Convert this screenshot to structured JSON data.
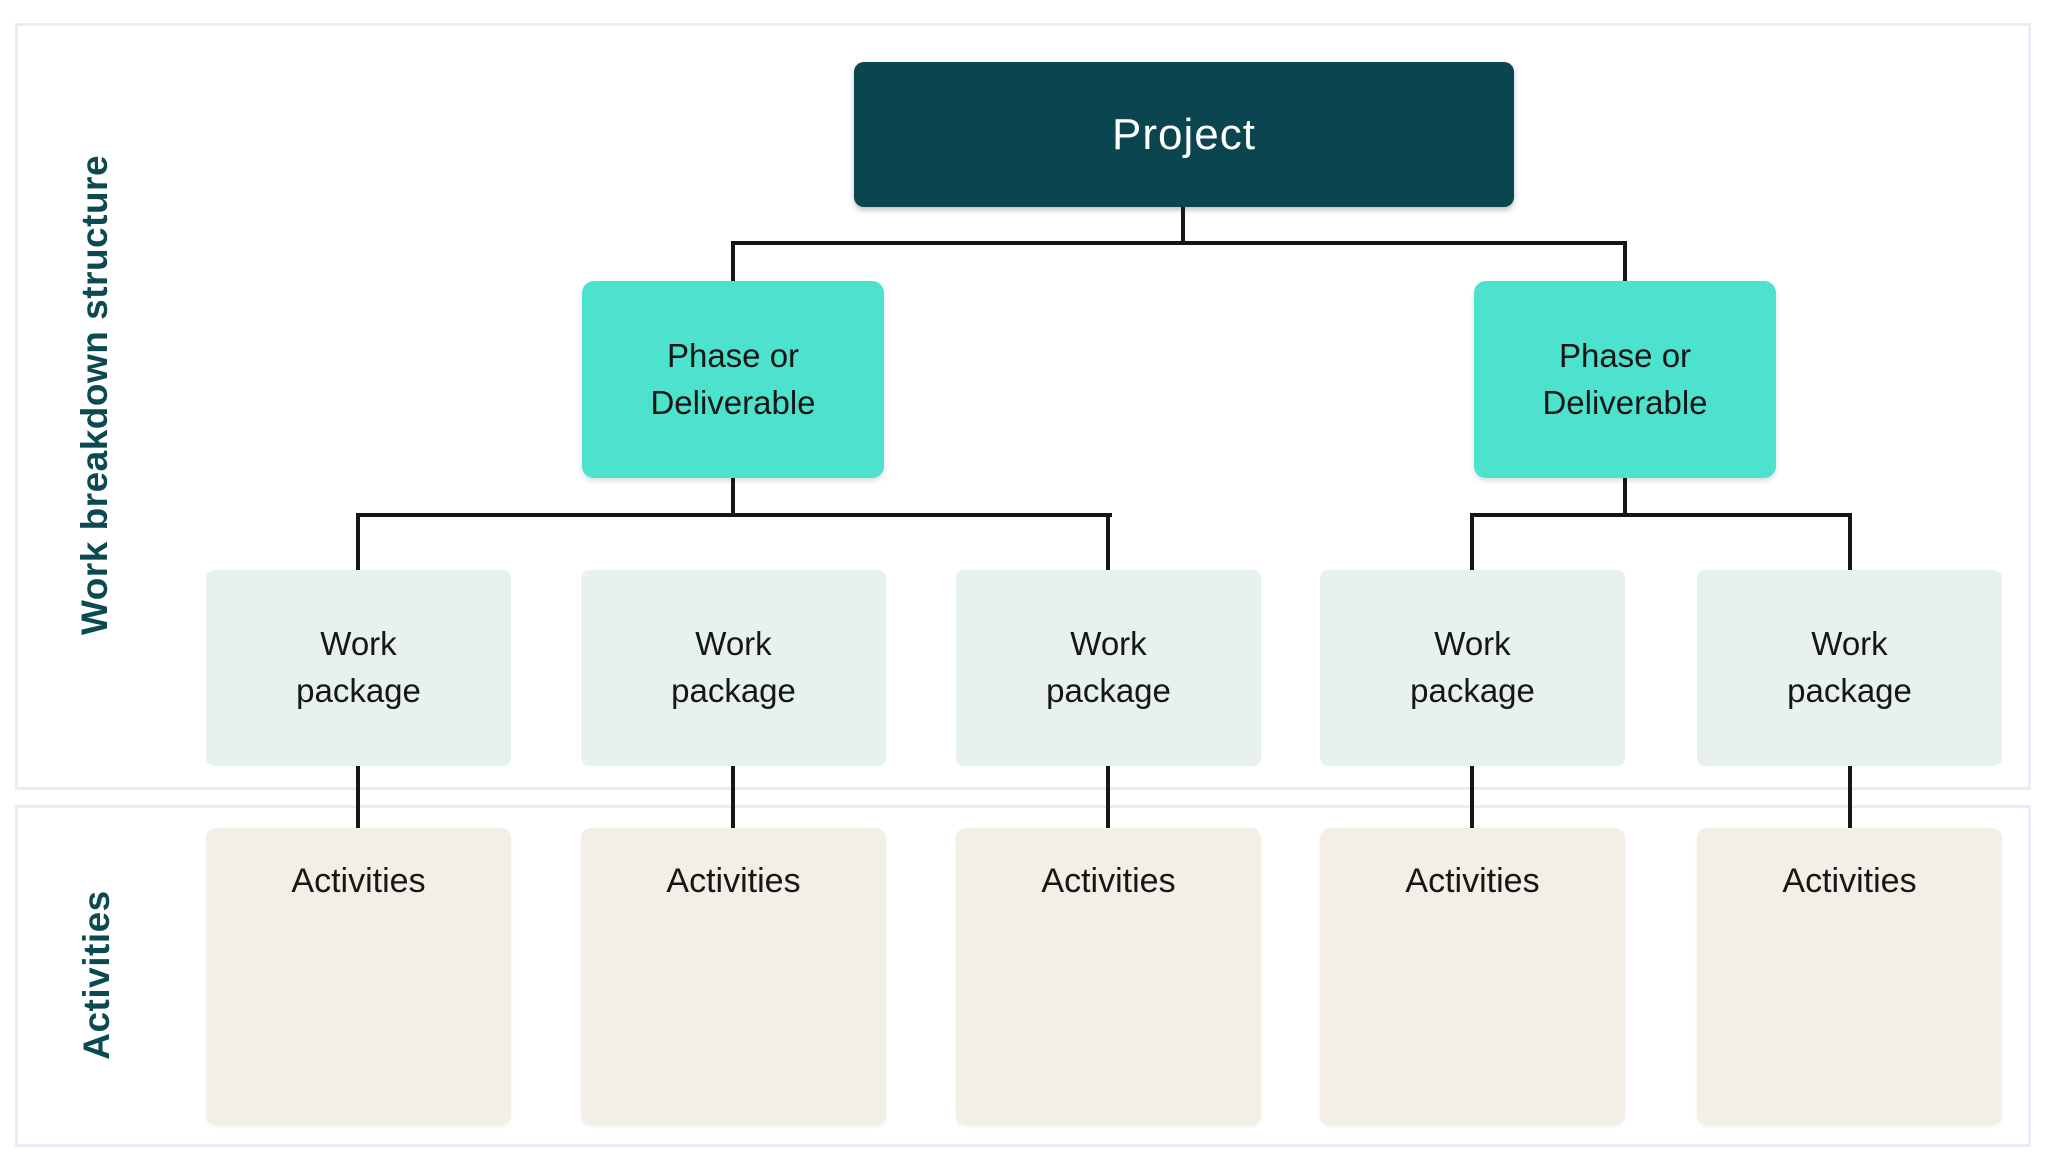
{
  "sections": {
    "wbs": {
      "label": "Work breakdown structure"
    },
    "activities": {
      "label": "Activities"
    }
  },
  "tree": {
    "project": {
      "label": "Project"
    },
    "phases": [
      {
        "label": "Phase or\nDeliverable"
      },
      {
        "label": "Phase or\nDeliverable"
      }
    ],
    "work_packages": [
      {
        "label": "Work\npackage"
      },
      {
        "label": "Work\npackage"
      },
      {
        "label": "Work\npackage"
      },
      {
        "label": "Work\npackage"
      },
      {
        "label": "Work\npackage"
      }
    ],
    "activities": [
      {
        "label": "Activities"
      },
      {
        "label": "Activities"
      },
      {
        "label": "Activities"
      },
      {
        "label": "Activities"
      },
      {
        "label": "Activities"
      }
    ]
  },
  "colors": {
    "background": "#FFFFFF",
    "project_box": "#0B4650",
    "project_text": "#FFFFFF",
    "phase_box": "#4DE2CD",
    "work_package_box": "#E7F1EE",
    "activities_box": "#F3EFE6",
    "box_text": "#161616",
    "section_label": "#0C4A52",
    "connector": "#161616",
    "panel_border": "#E9ECF5"
  }
}
